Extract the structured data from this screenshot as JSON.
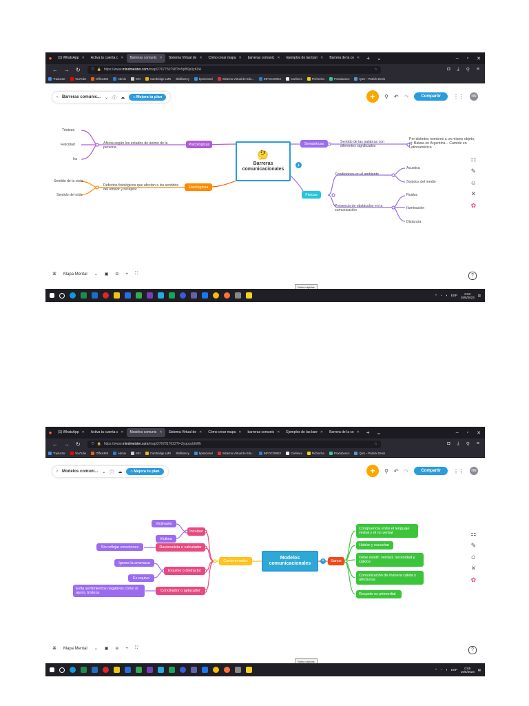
{
  "browser": {
    "tabs1": [
      "(1) WhatsApp",
      "Activa tu cuenta c",
      "Barreras comunic",
      "Sistema Virtual de",
      "Cómo crear mapa",
      "barreras comunic",
      "Ejemplos de las barr",
      "Barrera de la co"
    ],
    "tabs2": [
      "(1) WhatsApp",
      "Activa tu cuenta c",
      "Modelos comunic",
      "Sistema Virtual de",
      "Cómo crear mapa",
      "barreras comunic",
      "Ejemplos de las barr",
      "Barrera de la co"
    ],
    "url_prefix1": "https://www.",
    "url_domain1": "mindmeister.com",
    "url_path1": "/map/2767750798?t=5pB0p0yK0A",
    "url_prefix2": "https://www.",
    "url_domain2": "mindmeister.com",
    "url_path2": "/map/2767817622?t=ZyqopcbkWh",
    "bookmarks": [
      "Traductor",
      "YouTube",
      "Office365",
      "Admin",
      "SRI",
      "Cambridge LMS",
      "3bibliotecy",
      "bpIniciosel",
      "Sistema Virtual de Edu...",
      "INFOCOMEX",
      "Carlimex",
      "Pichincha",
      "Produbanco",
      "QoS – Patrick Denis"
    ]
  },
  "map1": {
    "title": "Barreras comunic...",
    "upgrade": "Mejora tu plan",
    "share": "Compartir",
    "avatar": "NN",
    "center": "Barreras comunicacionales",
    "psicologicas": "Psicológicas",
    "psicologicas_desc": "Afecta según los estados de ánimo de la persona",
    "tristeza": "Tristeza",
    "felicidad": "Felicidad",
    "ira": "Ira",
    "fisiologicas": "Fisiológicas",
    "fisiologicas_desc": "Defectos fisiológicos que afectan a los sentidos del emisor y receptor",
    "vista": "Sentido de la vista",
    "oido": "Sentido del oído",
    "semanticas": "Semánticas",
    "semanticas_desc": "Sentido de las palabras con diferentes significados",
    "semanticas_ej": "Por distintos nombres a un mismo objeto, ej: Batata en Argentina – Camote en Latinoamérica",
    "fisicas": "Físicas",
    "condiciones": "Condiciones en el ambiente",
    "acustica": "Acustica",
    "sonidos": "Sonidos del medio",
    "presencia": "Presencia de obstáculos en la comunicación",
    "ruidos": "Ruidos",
    "iluminacion": "Iluminación",
    "distancia": "Distancia",
    "view_mode": "Mapa Mental",
    "notes": "Notas rápidas",
    "clock_time": "0:53",
    "clock_date": "19/5/2023",
    "lang": "ESP"
  },
  "map2": {
    "title": "Modelos comuni...",
    "upgrade": "Mejora tu plan",
    "share": "Compartir",
    "avatar": "NN",
    "center": "Modelos comunicacionales",
    "contaminados": "Contaminados",
    "inculpar": "Inculpar",
    "victimario": "Victimario",
    "victima": "Victima",
    "racionalista": "Racionalista o calculador",
    "sin_reflejar": "Sin reflejar emociones",
    "evasivo": "Evasivo o distractor",
    "ignora": "Ignora la amenaza",
    "es_equivo": "Es equivo",
    "conciliador": "Conciliador o aplacador",
    "evita": "Evita  sentimientos negativos como el ajeno, tristeza",
    "sanos": "Sanos",
    "congruencia": "Congruencia entre el lenguaje verbal y el no verbal",
    "hablar": "Hablar y escuchar",
    "debe_existir": "Debe existir: verdad, necesidad y cálidos",
    "comunicacion": "Comunicación de manera cálida y afectuosa",
    "respeto": "Respeto es primordial",
    "view_mode": "Mapa Mental",
    "notes": "Notas rápidas",
    "clock_time": "0:55",
    "clock_date": "19/5/2023",
    "lang": "ESP"
  },
  "colors": {
    "accent_blue": "#2a9bdc",
    "purple": "#b05bd8",
    "orange": "#ff8a00",
    "pink": "#e84a7f",
    "violet": "#9b6cf0",
    "green": "#3cc43c",
    "red": "#f04a1a",
    "yellow": "#ffc21a",
    "cyan": "#25c6d8"
  },
  "icons": [
    "back-icon",
    "chevron-down-icon",
    "info-icon",
    "cloud-icon",
    "search-icon",
    "undo-icon",
    "redo-icon",
    "grid-icon",
    "help-icon"
  ]
}
